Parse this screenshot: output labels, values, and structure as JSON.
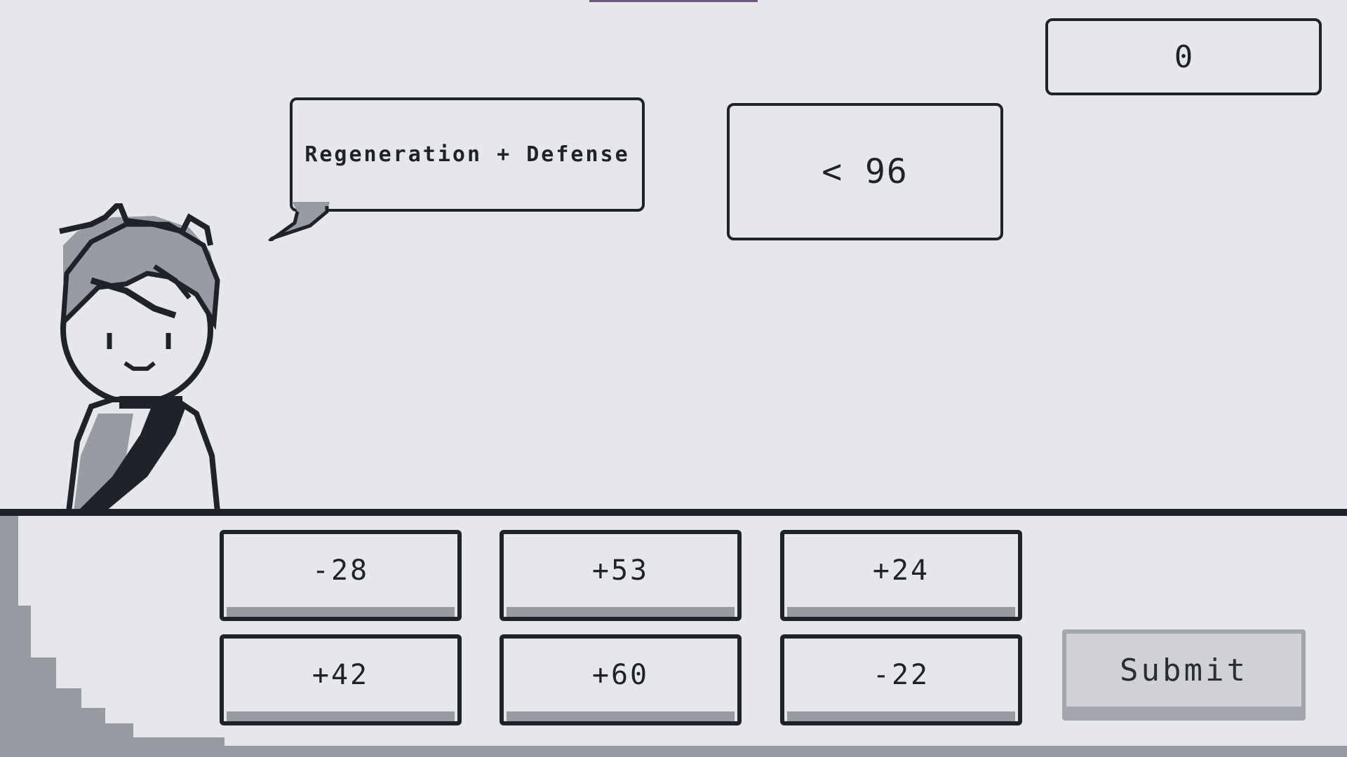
{
  "score": "0",
  "speech": "Regeneration + Defense",
  "target": {
    "comparator": "<",
    "value": "96"
  },
  "options": [
    "-28",
    "+53",
    "+24",
    "+42",
    "+60",
    "-22"
  ],
  "submit_label": "Submit",
  "colors": {
    "background": "#e5e7eb",
    "ink": "#1f2329",
    "shade": "#979ca3",
    "submit_bg": "#cfd1d5"
  }
}
